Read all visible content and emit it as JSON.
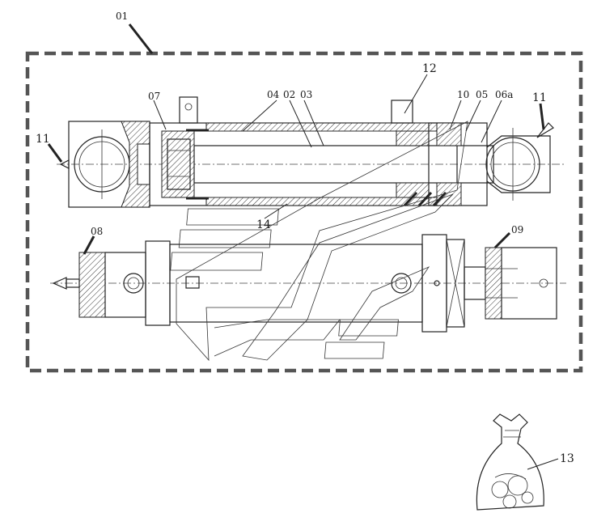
{
  "diagram": {
    "part_labels": {
      "assembly": "01",
      "p02": "02",
      "p03": "03",
      "p04": "04",
      "p05": "05",
      "p06a": "06a",
      "p07": "07",
      "p08": "08",
      "p09": "09",
      "p10": "10",
      "p11_left": "11",
      "p11_right": "11",
      "p12": "12",
      "p13": "13",
      "p14": "14"
    }
  }
}
